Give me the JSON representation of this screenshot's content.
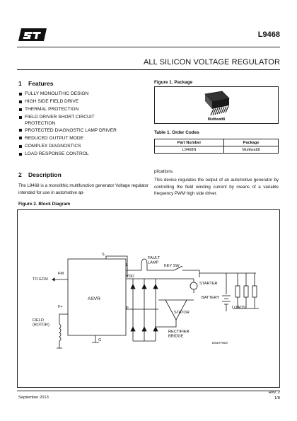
{
  "header": {
    "part_number": "L9468",
    "title": "ALL SILICON VOLTAGE REGULATOR"
  },
  "features_section": {
    "number": "1",
    "heading": "Features",
    "items": [
      "FULLY MONOLITHIC DESIGN",
      "HIGH SIDE FIELD DRIVE",
      "THERMAL PROTECTION",
      "FIELD DRIVER SHORT CIRCUIT PROTECTION",
      "PROTECTED DIAGNOSTIC LAMP DRIVER",
      "REDUCED OUTPUT MODE",
      "COMPLEX DIAGNOSTICS",
      "LOAD RESPONSE CONTROL"
    ]
  },
  "description_section": {
    "number": "2",
    "heading": "Description",
    "left_text": "The L9468 is a monolithic multifunction generator Voltage regulator intended for use in automotive ap-",
    "right_text_1": "plications.",
    "right_text_2": "This device regulates the output of an automotive generator by controlling the field winding current by means of a variable frequency PWM high side driver."
  },
  "figure1": {
    "caption": "Figure 1. Package",
    "package_name": "Multiwatt8"
  },
  "table1": {
    "caption": "Table 1. Order Codes",
    "headers": [
      "Part Number",
      "Package"
    ],
    "rows": [
      [
        "L9468N",
        "Multiwatt8"
      ]
    ]
  },
  "figure2": {
    "caption": "Figure 2. Block Diagram",
    "labels": {
      "asvr": "ASVR",
      "s": "S",
      "l": "L",
      "vdd": "VDD",
      "p": "P",
      "fm": "FM",
      "fplus": "F+",
      "g": "G",
      "to_ecm": "TO ECM",
      "field_rotor": "FIELD\n(ROTOR)",
      "fault_lamp": "FAULT\nLAMP",
      "key_sw": "KEY SW",
      "starter": "STARTER",
      "battery": "BATTERY",
      "loads": "LOADS",
      "stator": "STATOR",
      "rectifier_bridge": "RECTIFIER\nBRIDGE",
      "drawing_code": "D03AT503"
    }
  },
  "footer": {
    "date": "September 2013",
    "revision": "Rev. 2",
    "page": "1/8"
  },
  "colors": {
    "text": "#111111",
    "rule": "#222222"
  }
}
